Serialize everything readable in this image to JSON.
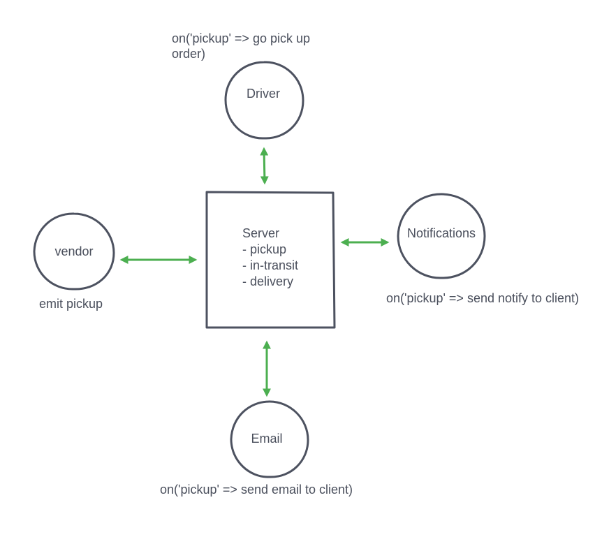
{
  "colors": {
    "stroke": "#4d5260",
    "arrow": "#4caf50",
    "text": "#4a4f5c",
    "background": "#ffffff"
  },
  "nodes": {
    "driver": {
      "label": "Driver"
    },
    "vendor": {
      "label": "vendor"
    },
    "notifications": {
      "label": "Notifications"
    },
    "email": {
      "label": "Email"
    },
    "server": {
      "lines": [
        "Server",
        "- pickup",
        "- in-transit",
        "- delivery"
      ]
    }
  },
  "notes": {
    "driver": "on('pickup' => go pick up order)",
    "vendor": "emit pickup",
    "notifications": "on('pickup' => send notify to client)",
    "email": "on('pickup' => send email to client)"
  },
  "edges": [
    {
      "from": "driver",
      "to": "server",
      "direction": "both"
    },
    {
      "from": "vendor",
      "to": "server",
      "direction": "both"
    },
    {
      "from": "server",
      "to": "notifications",
      "direction": "both"
    },
    {
      "from": "server",
      "to": "email",
      "direction": "both"
    }
  ]
}
